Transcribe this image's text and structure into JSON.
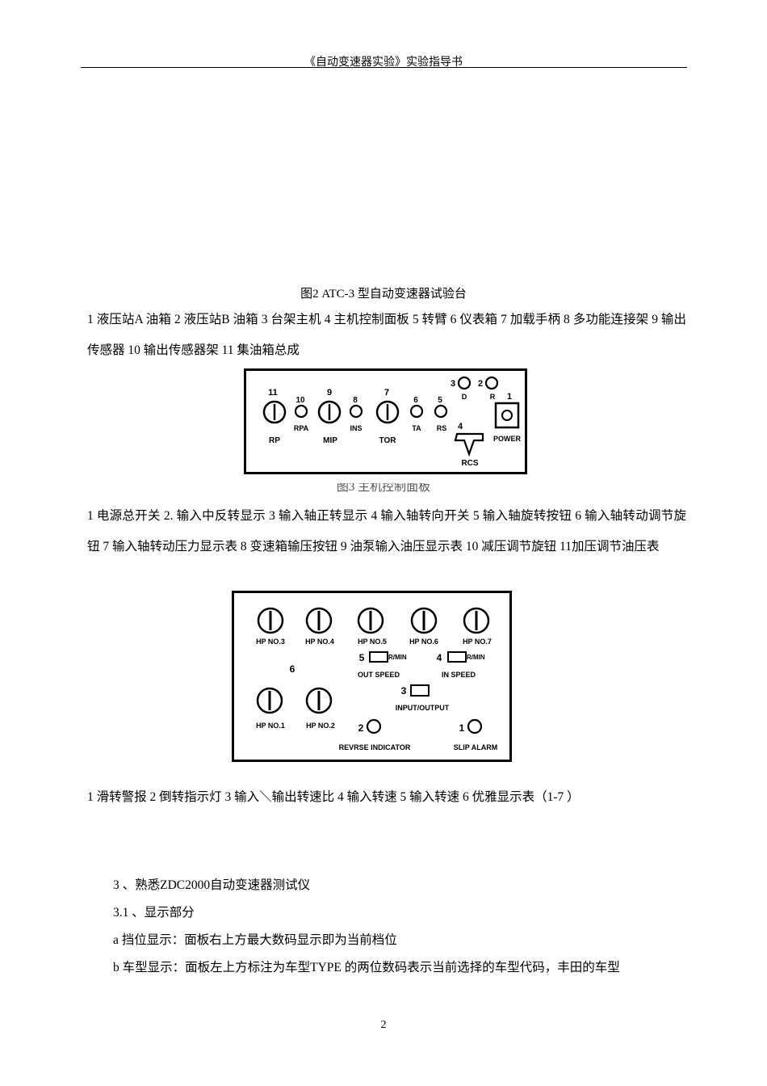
{
  "header": {
    "title": "《自动变速器实验》实验指导书"
  },
  "figure2": {
    "caption": "图2 ATC-3  型自动变速器试验台"
  },
  "figure2_legend": "1  液压站A 油箱      2  液压站B 油箱    3  台架主机    4  主机控制面板    5  转臂        6  仪表箱    7  加载手柄      8  多功能连接架      9  输出传感器    10    输出传感器架      11    集油箱总成",
  "panel1": {
    "labels": {
      "n11": "11",
      "n10": "10",
      "n9": "9",
      "n8": "8",
      "n7": "7",
      "n6": "6",
      "n5": "5",
      "n3": "3",
      "n2": "2",
      "n1": "1",
      "n4": "4",
      "rp": "RP",
      "rpa": "RPA",
      "mip": "MIP",
      "ins": "INS",
      "tor": "TOR",
      "ta": "TA",
      "rs": "RS",
      "d": "D",
      "r": "R",
      "power": "POWER",
      "rcs": "RCS"
    }
  },
  "figure3": {
    "caption": "图3  主机控制面板"
  },
  "figure3_legend": "1  电源总开关    2. 输入中反转显示    3  输入轴正转显示    4  输入轴转向开关    5  输入轴旋转按钮    6  输入轴转动调节旋钮    7  输入轴转动压力显示表    8  变速箱输压按钮        9  油泵输入油压显示表    10  减压调节旋钮    11加压调节油压表",
  "panel2": {
    "labels": {
      "hp3": "HP NO.3",
      "hp4": "HP NO.4",
      "hp5": "HP NO.5",
      "hp6": "HP NO.6",
      "hp7": "HP NO.7",
      "hp1": "HP NO.1",
      "hp2": "HP NO.2",
      "n6": "6",
      "n5": "5",
      "n4": "4",
      "n3": "3",
      "n2": "2",
      "n1": "1",
      "rmin5": "R/MIN",
      "rmin4": "R/MIN",
      "out_speed": "OUT SPEED",
      "in_speed": "IN SPEED",
      "input_output": "INPUT/OUTPUT",
      "reverse_indicator": "REVRSE INDICATOR",
      "slip_alarm": "SLIP ALARM"
    }
  },
  "figure4_legend": "1  滑转警报    2  倒转指示灯    3  输入＼输出转速比    4  输入转速    5  输入转速    6  优雅显示表（1-7  ）",
  "section": {
    "heading": "3  、熟悉ZDC2000自动变速器测试仪",
    "subheading": "3.1    、显示部分",
    "item_a": "a  挡位显示：面板右上方最大数码显示即为当前档位",
    "item_b": "b  车型显示：面板左上方标注为车型TYPE  的两位数码表示当前选择的车型代码，丰田的车型"
  },
  "page_number": "2"
}
